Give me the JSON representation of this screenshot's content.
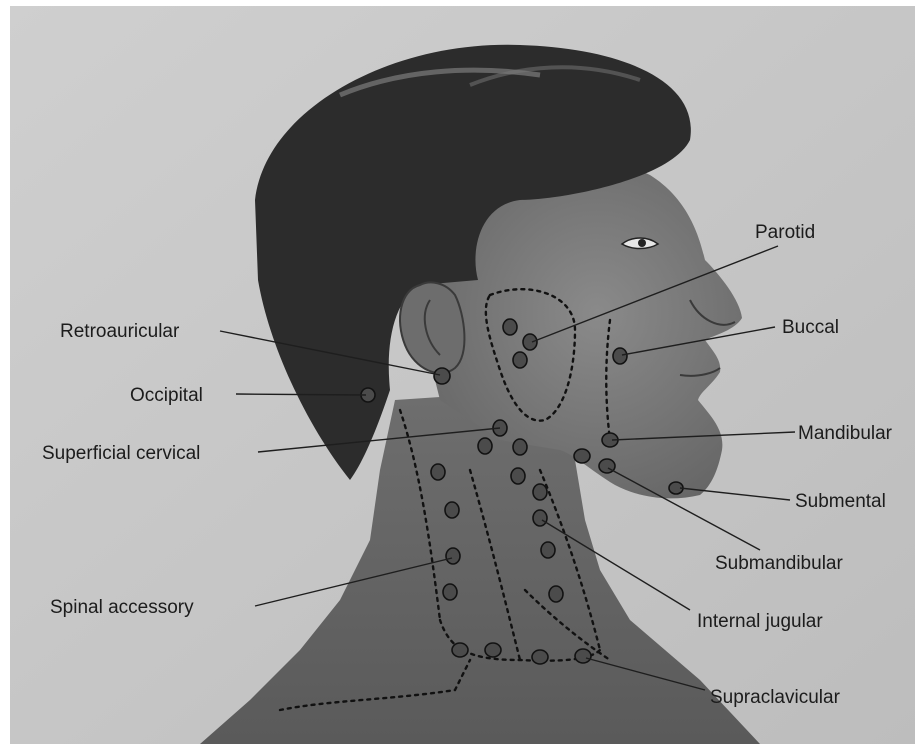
{
  "diagram": {
    "labels": {
      "parotid": "Parotid",
      "buccal": "Buccal",
      "mandibular": "Mandibular",
      "submental": "Submental",
      "submandibular": "Submandibular",
      "internal_jugular": "Internal jugular",
      "supraclavicular": "Supraclavicular",
      "spinal_accessory": "Spinal accessory",
      "superficial_cervical": "Superficial cervical",
      "occipital": "Occipital",
      "retroauricular": "Retroauricular"
    }
  },
  "colors": {
    "background": "#c9c9c9",
    "hair": "#2c2c2c",
    "skin": "#7a7a7a",
    "neck": "#6a6a6a",
    "node": "#4b4b4b"
  }
}
